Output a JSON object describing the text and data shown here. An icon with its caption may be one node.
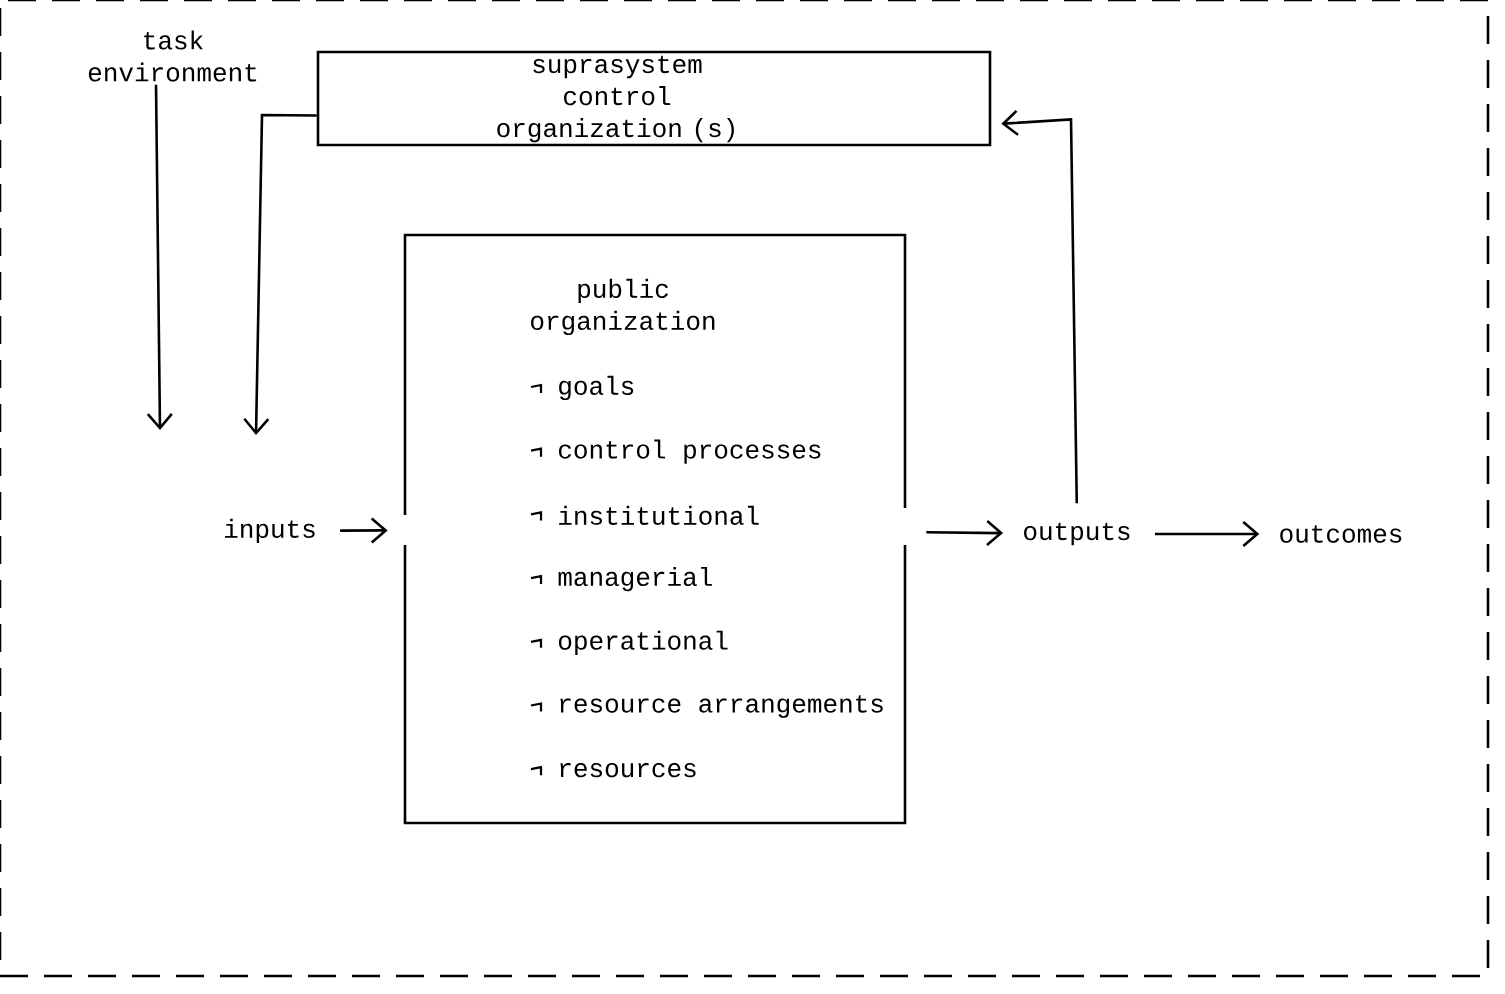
{
  "diagram": {
    "nodes": [
      {
        "text": [
          "task environment"
        ]
      },
      {
        "text": [
          "suprasystem control organization (s)"
        ],
        "in": 0
      },
      {
        "text": [
          "public organization",
          "goals",
          "control processes",
          "institutional",
          "managerial",
          "operational",
          "resource arrangements",
          "resources"
        ],
        "in": 0
      },
      {
        "text": [
          "inputs"
        ],
        "in": 0
      },
      {
        "text": [
          "outputs"
        ],
        "in": 0
      },
      {
        "text": [
          "outcomes"
        ],
        "in": 0
      }
    ],
    "edges": [
      {
        "from": 0,
        "to": null,
        "arrow": "to"
      },
      {
        "from": 1,
        "to": null,
        "arrow": "to"
      },
      {
        "from": 3,
        "to": 2,
        "arrow": "to"
      },
      {
        "from": 2,
        "to": 4,
        "arrow": "to"
      },
      {
        "from": 4,
        "to": 5,
        "arrow": "to"
      },
      {
        "from": 4,
        "to": 1,
        "arrow": "to"
      }
    ]
  }
}
